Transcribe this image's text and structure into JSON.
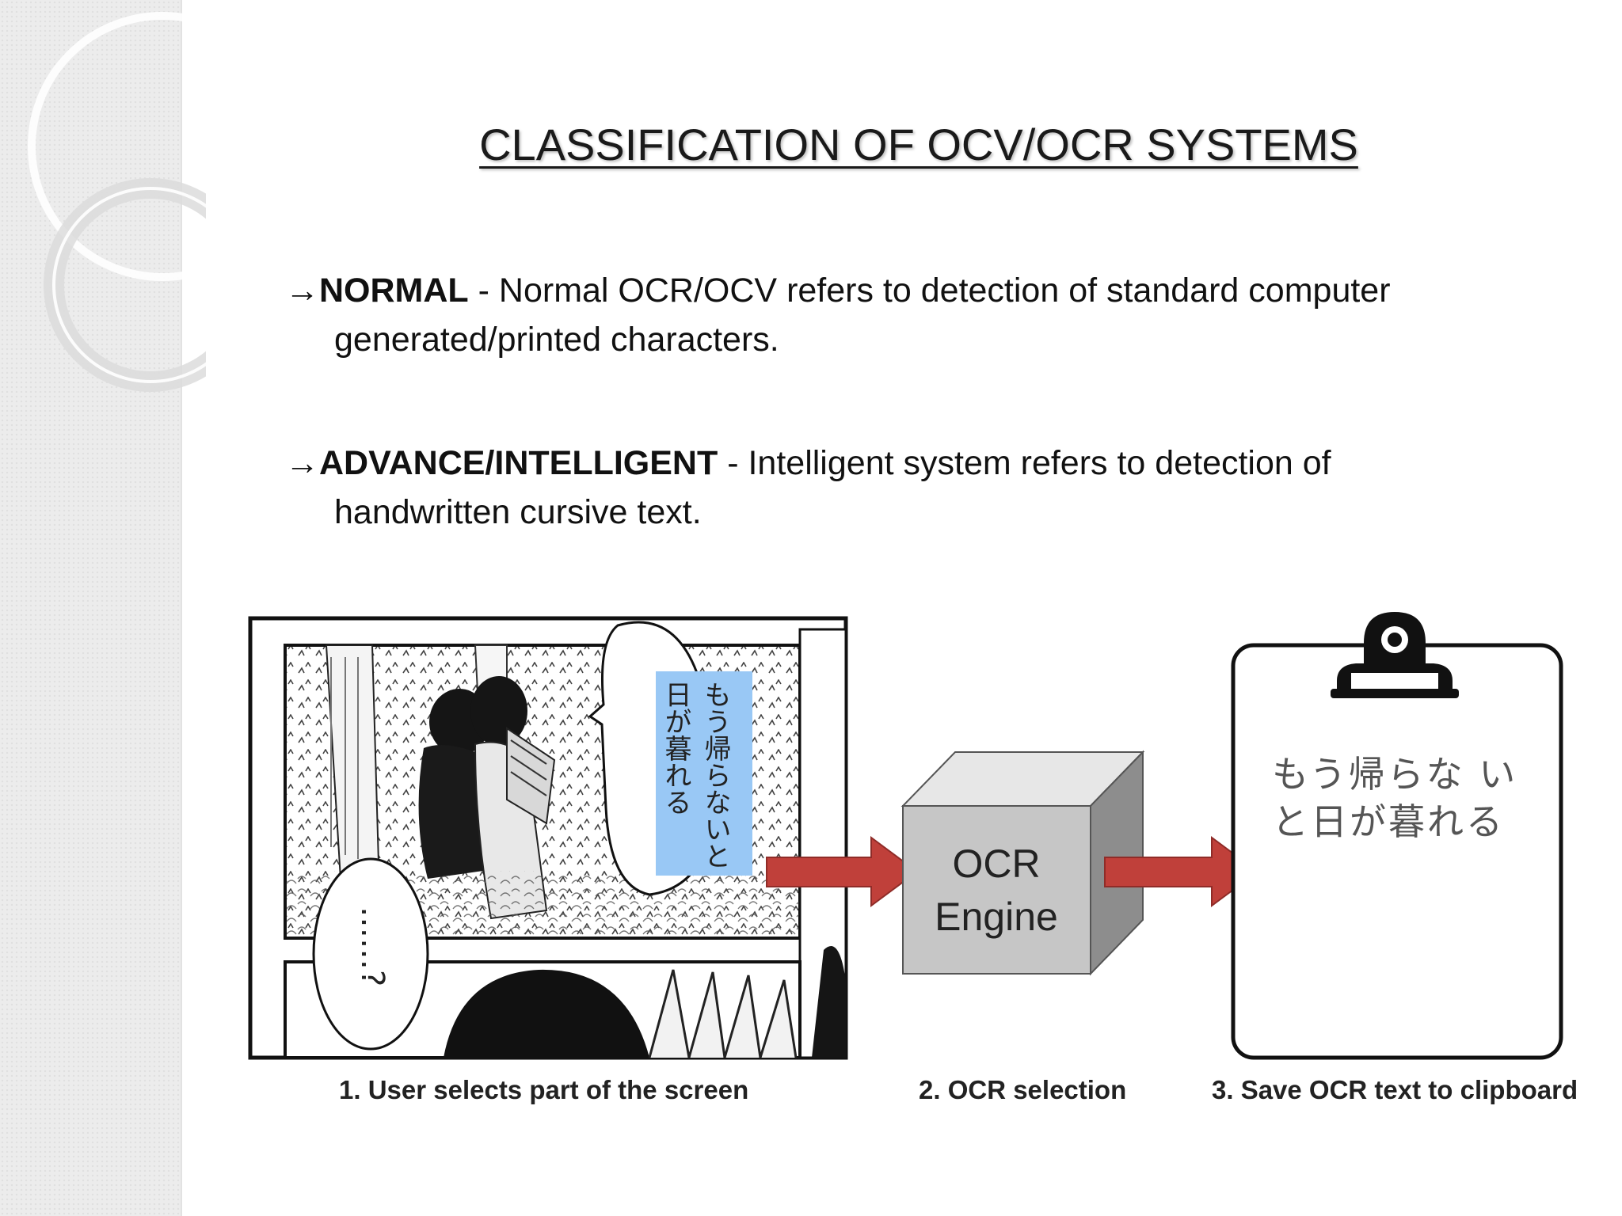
{
  "title": "CLASSIFICATION OF OCV/OCR SYSTEMS",
  "bullets": [
    {
      "arrow": "→",
      "term": "NORMAL",
      "line1": " - Normal OCR/OCV refers to detection of standard computer",
      "line2": "generated/printed characters."
    },
    {
      "arrow": "→",
      "term": "ADVANCE/INTELLIGENT",
      "line1": " - Intelligent system refers to detection of",
      "line2": "handwritten cursive text."
    }
  ],
  "diagram": {
    "engine_label_line1": "OCR",
    "engine_label_line2": "Engine",
    "clipboard_text_line1": "もう帰らな い",
    "clipboard_text_line2": "と日が暮れる",
    "manga_selected_text_col1": "もう帰らないと",
    "manga_selected_text_col2": "日が暮れる",
    "manga_bubble_text": "……?",
    "captions": [
      "1. User selects part of the screen",
      "2. OCR selection",
      "3. Save OCR text to clipboard"
    ],
    "colors": {
      "arrow": "#c0403a",
      "selection_highlight": "#99c8f5",
      "cube_front": "#c6c6c6"
    }
  }
}
